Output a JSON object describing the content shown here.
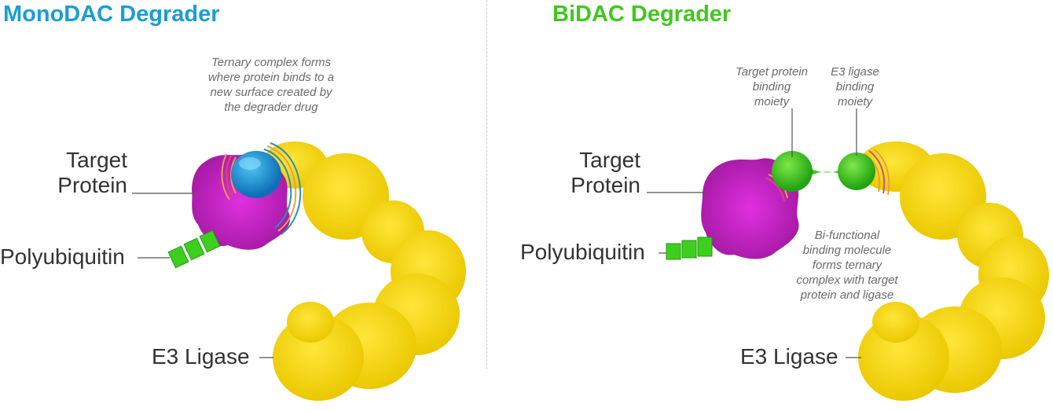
{
  "mono": {
    "title": "MonoDAC Degrader",
    "labels": {
      "target_line1": "Target",
      "target_line2": "Protein",
      "polyubiquitin": "Polyubiquitin",
      "e3": "E3 Ligase"
    },
    "note": [
      "Ternary complex forms",
      "where protein binds to a",
      "new surface created by",
      "the degrader drug"
    ]
  },
  "bi": {
    "title": "BiDAC Degrader",
    "labels": {
      "target_line1": "Target",
      "target_line2": "Protein",
      "polyubiquitin": "Polyubiquitin",
      "e3": "E3 Ligase"
    },
    "note_target_moiety": [
      "Target protein",
      "binding",
      "moiety"
    ],
    "note_e3_moiety": [
      "E3 ligase",
      "binding",
      "moiety"
    ],
    "note_bifunctional": [
      "Bi-functional",
      "binding molecule",
      "forms ternary",
      "complex with target",
      "protein and ligase"
    ]
  },
  "colors": {
    "mono_title": "#1a9dd6",
    "bi_title": "#3fc81e",
    "target_protein": "#b21fb8",
    "e3_ligase": "#f2d200",
    "degrader_mono": "#1890d4",
    "degrader_bi": "#3cc61a",
    "ubiquitin": "#3ecf1e"
  }
}
